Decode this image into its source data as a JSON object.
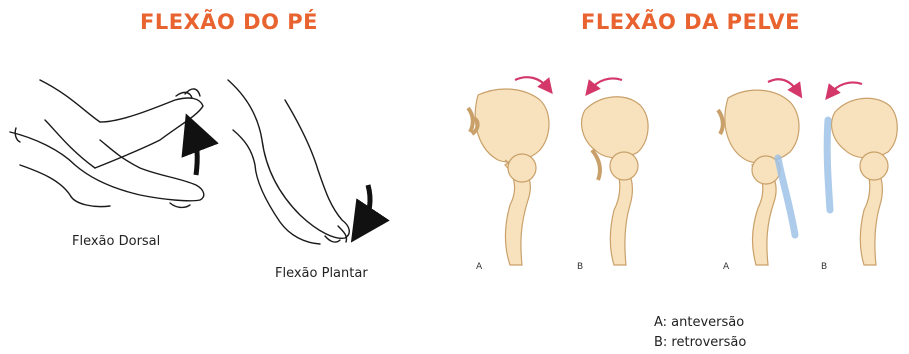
{
  "foot": {
    "title": "FLEXÃO DO PÉ",
    "dorsal_label": "Flexão Dorsal",
    "plantar_label": "Flexão Plantar"
  },
  "pelvis": {
    "title": "FLEXÃO DA PELVE",
    "panel_letters": [
      "A",
      "B",
      "A",
      "B"
    ],
    "legend": [
      "A: anteversão",
      "B: retroversão"
    ]
  },
  "colors": {
    "title": "#e8632f",
    "bone_fill": "#f7e2bd",
    "bone_stroke": "#c9a06a",
    "arrow_red": "#d4386a",
    "water_blue": "#9fc2e6",
    "line_art": "#1a1a1a"
  },
  "icons": [
    "foot-line-drawing",
    "arrow-up-icon",
    "arrow-down-icon",
    "pelvis-bone",
    "femur-bone",
    "curved-arrow-icon",
    "water-spill"
  ]
}
